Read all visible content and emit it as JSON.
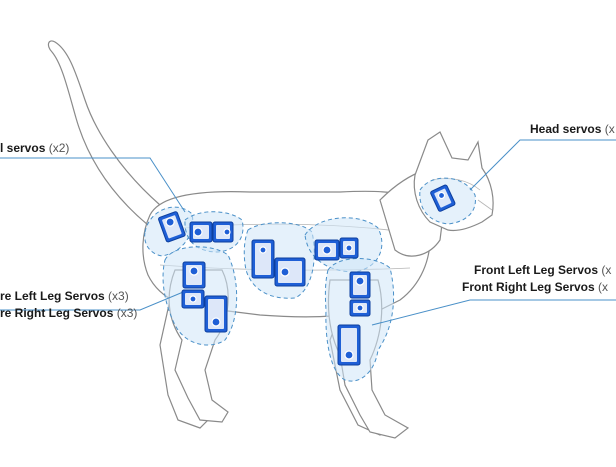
{
  "labels": {
    "tail": {
      "text": "l servos",
      "count": "(x2)"
    },
    "head": {
      "text": "Head servos",
      "count": "(x"
    },
    "rear_left": {
      "text": "re Left Leg Servos",
      "count": "(x3)"
    },
    "rear_right": {
      "text": "re Right Leg Servos",
      "count": "(x3)"
    },
    "front_left": {
      "text": "Front Left Leg Servos",
      "count": "(x"
    },
    "front_right": {
      "text": "Front Right Leg Servos",
      "count": "(x"
    }
  },
  "colors": {
    "servo": "#1f5fd6",
    "zone": "#cfe6f7",
    "leader": "#4a90c8",
    "outline": "#8a8a8a"
  }
}
